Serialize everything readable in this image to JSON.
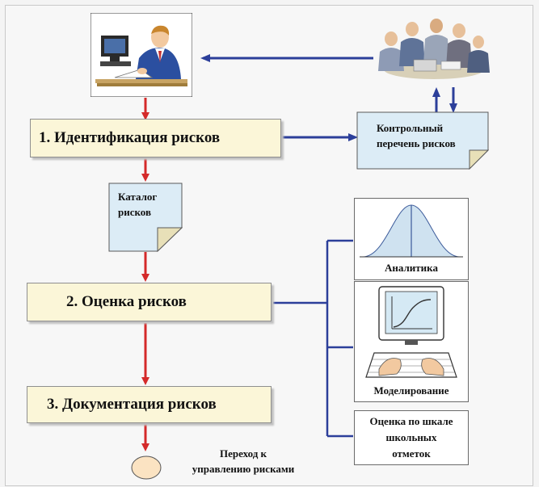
{
  "steps": {
    "identification": "1. Идентификация рисков",
    "assessment": "2. Оценка рисков",
    "documentation": "3. Документация рисков"
  },
  "documents": {
    "checklist": [
      "Контрольный",
      "перечень рисков"
    ],
    "catalog": [
      "Каталог",
      "рисков"
    ]
  },
  "methods": {
    "analytics": "Аналитика",
    "modeling": "Моделирование",
    "scale": [
      "Оценка по шкале",
      "школьных",
      "отметок"
    ]
  },
  "transition": [
    "Переход к",
    "управлению рисками"
  ],
  "colors": {
    "flow_arrow": "#d42a2a",
    "link_line": "#2c3f9a",
    "step_fill": "#fbf6d8",
    "doc_fill": "#dcecf6",
    "curve_fill": "#cfe2f0"
  },
  "icons": [
    "manager-at-desk-icon",
    "team-meeting-icon",
    "monitor-chart-icon",
    "keyboard-hands-icon"
  ]
}
